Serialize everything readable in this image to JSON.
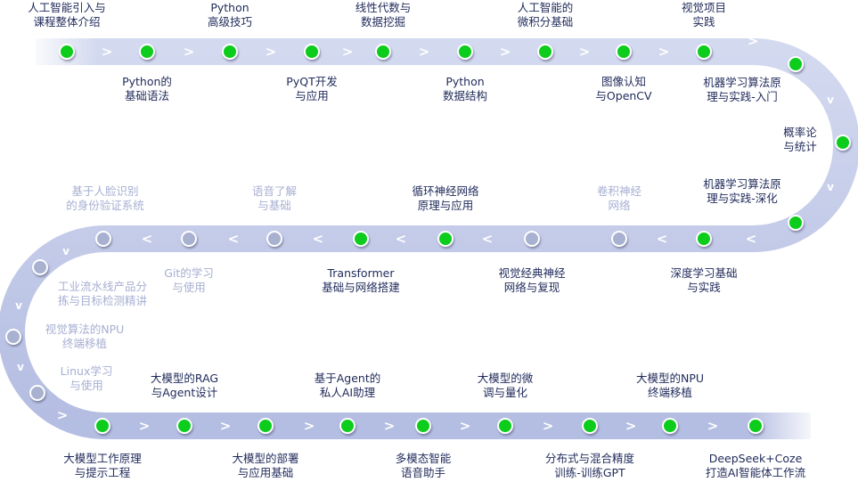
{
  "colors": {
    "track": "#c2cae6",
    "done": "#0ccc1c",
    "locked": "#a9b1d1",
    "text": "#1f2a5a",
    "text_locked": "#a7afd2"
  },
  "arrow_glyphs": {
    "forward": ">",
    "back": "<",
    "down": "v"
  },
  "nodes": [
    {
      "lines": [
        "人工智能引入与",
        "课程整体介绍"
      ],
      "status": "done"
    },
    {
      "lines": [
        "Python的",
        "基础语法"
      ],
      "status": "done"
    },
    {
      "lines": [
        "Python",
        "高级技巧"
      ],
      "status": "done"
    },
    {
      "lines": [
        "PyQT开发",
        "与应用"
      ],
      "status": "done"
    },
    {
      "lines": [
        "线性代数与",
        "数据挖掘"
      ],
      "status": "done"
    },
    {
      "lines": [
        "Python",
        "数据结构"
      ],
      "status": "done"
    },
    {
      "lines": [
        "人工智能的",
        "微积分基础"
      ],
      "status": "done"
    },
    {
      "lines": [
        "图像认知",
        "与OpenCV"
      ],
      "status": "done"
    },
    {
      "lines": [
        "视觉项目",
        "实践"
      ],
      "status": "done"
    },
    {
      "lines": [
        "机器学习算法原",
        "理与实践-入门"
      ],
      "status": "done"
    },
    {
      "lines": [
        "概率论",
        "与统计"
      ],
      "status": "done"
    },
    {
      "lines": [
        "机器学习算法原",
        "理与实践-深化"
      ],
      "status": "done"
    },
    {
      "lines": [
        "深度学习基础",
        "与实践"
      ],
      "status": "done"
    },
    {
      "lines": [
        "卷积神经",
        "网络"
      ],
      "status": "locked"
    },
    {
      "lines": [
        "视觉经典神经",
        "网络与复现"
      ],
      "status": "locked",
      "label_dark": true
    },
    {
      "lines": [
        "循环神经网络",
        "原理与应用"
      ],
      "status": "done"
    },
    {
      "lines": [
        "Transformer",
        "基础与网络搭建"
      ],
      "status": "done"
    },
    {
      "lines": [
        "语音了解",
        "与基础"
      ],
      "status": "locked"
    },
    {
      "lines": [
        "Git的学习",
        "与使用"
      ],
      "status": "locked"
    },
    {
      "lines": [
        "基于人脸识别",
        "的身份验证系统"
      ],
      "status": "locked"
    },
    {
      "lines": [
        "工业流水线产品分",
        "拣与目标检测精讲"
      ],
      "status": "locked"
    },
    {
      "lines": [
        "视觉算法的NPU",
        "终端移植"
      ],
      "status": "locked"
    },
    {
      "lines": [
        "Linux学习",
        "与使用"
      ],
      "status": "locked"
    },
    {
      "lines": [
        "大模型工作原理",
        "与提示工程"
      ],
      "status": "done"
    },
    {
      "lines": [
        "大模型的RAG",
        "与Agent设计"
      ],
      "status": "done"
    },
    {
      "lines": [
        "大模型的部署",
        "与应用基础"
      ],
      "status": "done"
    },
    {
      "lines": [
        "基于Agent的",
        "私人AI助理"
      ],
      "status": "done"
    },
    {
      "lines": [
        "多模态智能",
        "语音助手"
      ],
      "status": "done"
    },
    {
      "lines": [
        "大模型的微",
        "调与量化"
      ],
      "status": "done"
    },
    {
      "lines": [
        "分布式与混合精度",
        "训练-训练GPT"
      ],
      "status": "done"
    },
    {
      "lines": [
        "大模型的NPU",
        "终端移植"
      ],
      "status": "done"
    },
    {
      "lines": [
        "DeepSeek+Coze",
        "打造AI智能体工作流"
      ],
      "status": "done"
    }
  ]
}
